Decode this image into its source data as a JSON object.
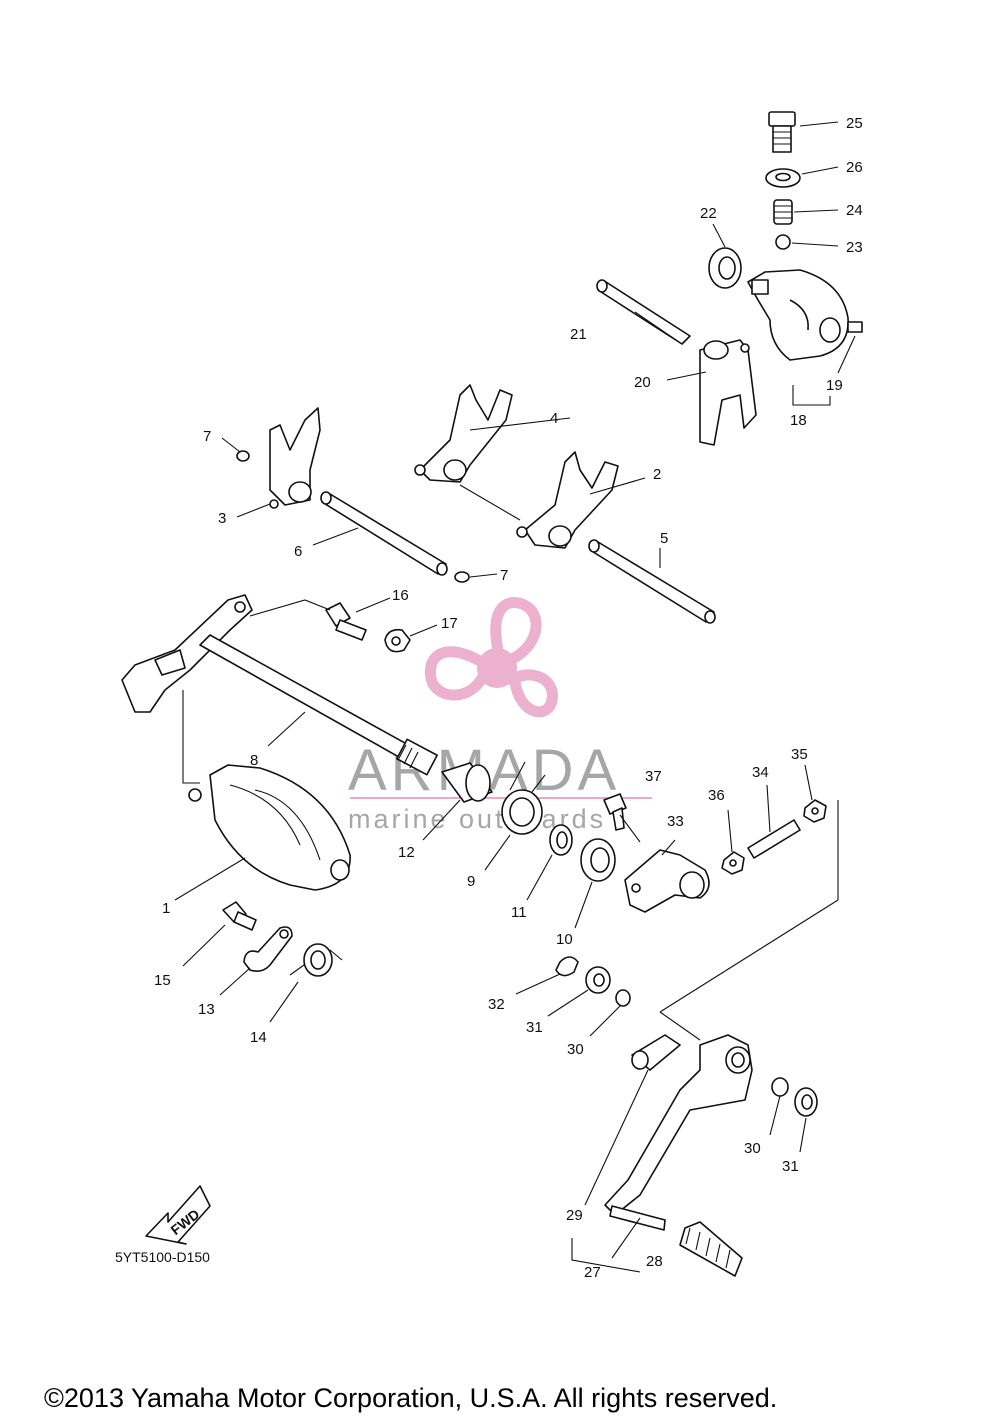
{
  "watermark": {
    "brand": "ARMADA",
    "tagline": "marine outboards",
    "brand_color": "#e9a9c9"
  },
  "diagram_code": "5YT5100-D150",
  "fwd_label": "FWD",
  "copyright": "©2013 Yamaha Motor Corporation, U.S.A. All rights reserved.",
  "callouts": {
    "c1": "1",
    "c2": "2",
    "c3": "3",
    "c4": "4",
    "c5": "5",
    "c6": "6",
    "c7a": "7",
    "c7b": "7",
    "c8": "8",
    "c9": "9",
    "c10": "10",
    "c11": "11",
    "c12": "12",
    "c13": "13",
    "c14": "14",
    "c15": "15",
    "c16": "16",
    "c17": "17",
    "c18": "18",
    "c19": "19",
    "c20": "20",
    "c21": "21",
    "c22": "22",
    "c23": "23",
    "c24": "24",
    "c25": "25",
    "c26": "26",
    "c27": "27",
    "c28": "28",
    "c29": "29",
    "c30a": "30",
    "c30b": "30",
    "c31a": "31",
    "c31b": "31",
    "c32": "32",
    "c33": "33",
    "c34": "34",
    "c35": "35",
    "c36": "36",
    "c37": "37"
  }
}
